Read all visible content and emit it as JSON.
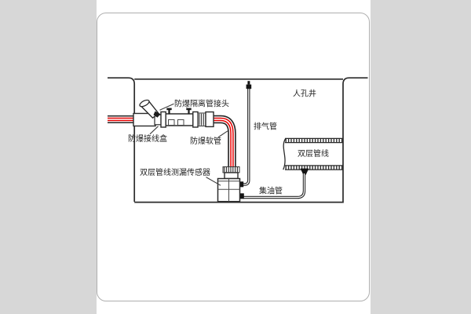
{
  "diagram": {
    "labels": {
      "isolation_fitting": "防爆隔离管接头",
      "junction_box": "防爆接线盒",
      "flexible_hose": "防爆软管",
      "vent_pipe": "排气管",
      "manhole": "人孔井",
      "double_pipeline": "双层管线",
      "leak_sensor": "双层管线测漏传感器",
      "oil_pipe": "集油管"
    },
    "colors": {
      "pipe_red": "#e60000",
      "outline": "#2b2b2b",
      "panel_border": "#aeaeae",
      "background_gray": "#d7d7d7"
    }
  }
}
